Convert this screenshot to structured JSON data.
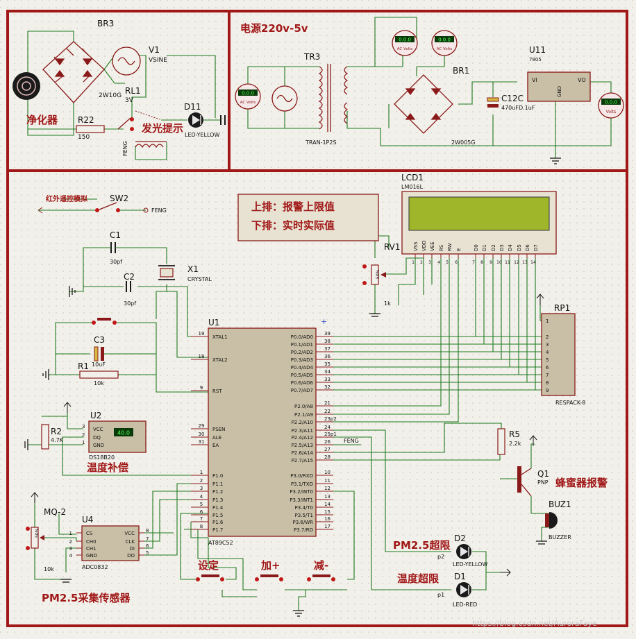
{
  "colors": {
    "background": "#f2f0ea",
    "frame": "#a01818",
    "wire": "#1f7a1f",
    "component": "#8a1a1a",
    "chip_fill": "#c9bfa6",
    "label": "#111111",
    "cn_label": "#a01818",
    "meter_screen": "#0a3a0a",
    "meter_digits": "#56ff56"
  },
  "sections": {
    "power_title": "电源220v-5v",
    "purifier": "净化器",
    "lighting_hint": "发光提示",
    "ir_remote": "红外遥控模拟",
    "temp_comp": "温度补偿",
    "buzzer_alarm": "蜂蜜器报警",
    "pm_sensor": "PM2.5采集传感器",
    "pm_over": "PM2.5超限",
    "temp_over": "温度超限",
    "btn_set": "设定",
    "btn_add": "加+",
    "btn_sub": "减-"
  },
  "note": {
    "line1": "上排：报警上限值",
    "line2": "下排：实时实际值"
  },
  "components": {
    "br3": "BR3",
    "br3_part": "2W10G",
    "v1": "V1",
    "v1_part": "VSINE",
    "rl1": "RL1",
    "rl1_val": "3V",
    "r22": "R22",
    "r22_val": "150",
    "d11": "D11",
    "d11_part": "LED-YELLOW",
    "feng": "FENG",
    "tr3": "TR3",
    "tr3_part": "TRAN-1P2S",
    "br1": "BR1",
    "br1_part": "2W005G",
    "c12": "C12C",
    "c12_val": "470uFD.1uF",
    "u11": "U11",
    "u11_part": "7805",
    "u11_vi": "VI",
    "u11_vo": "VO",
    "u11_gnd": "GND",
    "meter_ac": "AC Volts",
    "meter_dc": "Volts",
    "meter_reading": "0.0.0",
    "sw2": "SW2",
    "lcd1": "LCD1",
    "lcd1_part": "LM016L",
    "rv1": "RV1",
    "rv1_val": "1k",
    "c1": "C1",
    "c1_val": "30pf",
    "c2": "C2",
    "c2_val": "30pf",
    "x1": "X1",
    "x1_part": "CRYSTAL",
    "c3": "C3",
    "c3_val": "10uF",
    "r1": "R1",
    "r1_val": "10k",
    "u1": "U1",
    "u1_part": "AT89C52",
    "rp1": "RP1",
    "rp1_part": "RESPACK-8",
    "u2": "U2",
    "u2_part": "DS18B20",
    "u2_reading": "40.0",
    "r2": "R2",
    "r2_val": "4.7K",
    "r5": "R5",
    "r5_val": "2.2k",
    "q1": "Q1",
    "q1_part": "PNP",
    "buz1": "BUZ1",
    "buz1_part": "BUZZER",
    "mq2": "MQ-2",
    "mq2_val": "10k",
    "u4": "U4",
    "u4_part": "ADC0832",
    "d2": "D2",
    "d2_part": "LED-YELLOW",
    "d2_net": "p2",
    "d1": "D1",
    "d1_part": "LED-RED",
    "d1_net": "p1",
    "net_p2": "p2",
    "pct": "50%"
  },
  "lcd_pins": [
    "VSS",
    "VDD",
    "VEE",
    "RS",
    "RW",
    "E",
    "D0",
    "D1",
    "D2",
    "D3",
    "D4",
    "D5",
    "D6",
    "D7"
  ],
  "lcd_pin_nums": [
    "1",
    "2",
    "3",
    "4",
    "5",
    "6",
    "7",
    "8",
    "9",
    "10",
    "11",
    "12",
    "13",
    "14"
  ],
  "u1_pins_left": [
    {
      "num": "19",
      "name": "XTAL1"
    },
    {
      "num": "18",
      "name": "XTAL2"
    },
    {
      "num": "9",
      "name": "RST"
    },
    {
      "num": "29",
      "name": "PSEN"
    },
    {
      "num": "30",
      "name": "ALE"
    },
    {
      "num": "31",
      "name": "EA"
    },
    {
      "num": "1",
      "name": "P1.0"
    },
    {
      "num": "2",
      "name": "P1.1"
    },
    {
      "num": "3",
      "name": "P1.2"
    },
    {
      "num": "4",
      "name": "P1.3"
    },
    {
      "num": "5",
      "name": "P1.4"
    },
    {
      "num": "6",
      "name": "P1.5"
    },
    {
      "num": "7",
      "name": "P1.6"
    },
    {
      "num": "8",
      "name": "P1.7"
    }
  ],
  "u1_pins_right": [
    {
      "num": "39",
      "name": "P0.0/AD0"
    },
    {
      "num": "38",
      "name": "P0.1/AD1"
    },
    {
      "num": "37",
      "name": "P0.2/AD2"
    },
    {
      "num": "36",
      "name": "P0.3/AD3"
    },
    {
      "num": "35",
      "name": "P0.4/AD4"
    },
    {
      "num": "34",
      "name": "P0.5/AD5"
    },
    {
      "num": "33",
      "name": "P0.6/AD6"
    },
    {
      "num": "32",
      "name": "P0.7/AD7"
    },
    {
      "num": "21",
      "name": "P2.0/A8"
    },
    {
      "num": "22",
      "name": "P2.1/A9"
    },
    {
      "num": "23p2",
      "name": "P2.2/A10"
    },
    {
      "num": "24",
      "name": "P2.3/A11"
    },
    {
      "num": "25p1",
      "name": "P2.4/A12"
    },
    {
      "num": "26",
      "name": "P2.5/A13"
    },
    {
      "num": "27",
      "name": "P2.6/A14"
    },
    {
      "num": "28",
      "name": "P2.7/A15"
    },
    {
      "num": "10",
      "name": "P3.0/RXD"
    },
    {
      "num": "11",
      "name": "P3.1/TXD"
    },
    {
      "num": "12",
      "name": "P3.2/INT0"
    },
    {
      "num": "13",
      "name": "P3.3/INT1"
    },
    {
      "num": "14",
      "name": "P3.4/T0"
    },
    {
      "num": "15",
      "name": "P3.5/T1"
    },
    {
      "num": "16",
      "name": "P3.6/WR"
    },
    {
      "num": "17",
      "name": "P3.7/RD"
    }
  ],
  "rp1_pins": [
    "1",
    "2",
    "3",
    "4",
    "5",
    "6",
    "7",
    "8",
    "9"
  ],
  "u2_pins": [
    {
      "num": "3",
      "name": "VCC"
    },
    {
      "num": "2",
      "name": "DQ"
    },
    {
      "num": "1",
      "name": "GND"
    }
  ],
  "u4_left_pins": [
    {
      "num": "1",
      "name": "CS"
    },
    {
      "num": "2",
      "name": "CH0"
    },
    {
      "num": "3",
      "name": "CH1"
    },
    {
      "num": "4",
      "name": "GND"
    }
  ],
  "u4_right_pins": [
    {
      "num": "8",
      "name": "VCC"
    },
    {
      "num": "7",
      "name": "CLK"
    },
    {
      "num": "6",
      "name": "DI"
    },
    {
      "num": "5",
      "name": "DO"
    }
  ],
  "watermark": "https://blog.csdn.net/AuroraFaye"
}
